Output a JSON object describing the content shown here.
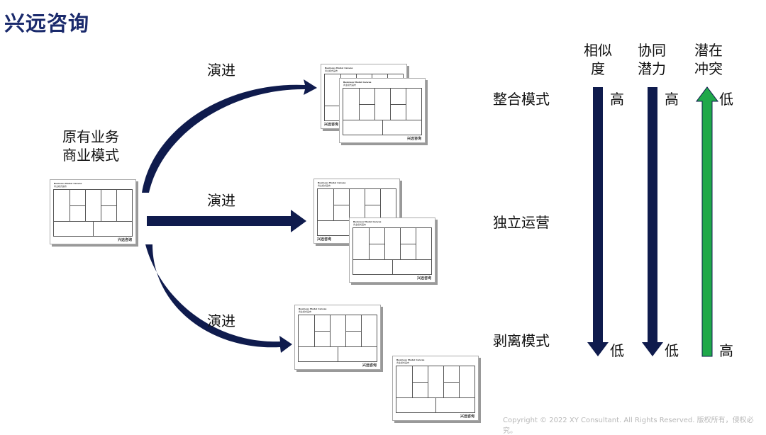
{
  "logo": "兴远咨询",
  "source": {
    "line1": "原有业务",
    "line2": "商业模式"
  },
  "evolve_labels": [
    "演进",
    "演进",
    "演进"
  ],
  "canvas": {
    "title": "Business Model Canvas",
    "subtitle": "商业模式画布",
    "brand": "兴远咨询"
  },
  "modes": [
    "整合模式",
    "独立运营",
    "剥离模式"
  ],
  "columns": [
    {
      "line1": "相似",
      "line2": "度",
      "top": "高",
      "bottom": "低",
      "direction": "down",
      "color": "#0f1b4d"
    },
    {
      "line1": "协同",
      "line2": "潜力",
      "top": "高",
      "bottom": "低",
      "direction": "down",
      "color": "#0f1b4d"
    },
    {
      "line1": "潜在",
      "line2": "冲突",
      "top": "低",
      "bottom": "高",
      "direction": "up",
      "color": "#1fa84a"
    }
  ],
  "copyright": "Copyright © 2022 XY Consultant. All Rights Reserved. 版权所有，侵权必究。"
}
